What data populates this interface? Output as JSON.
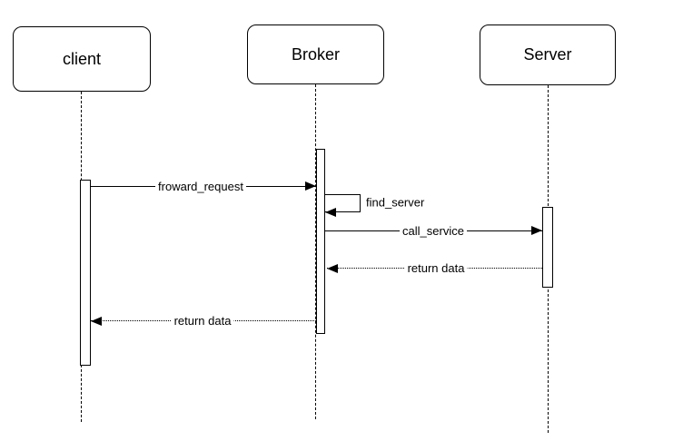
{
  "diagram": {
    "type": "uml-sequence",
    "colors": {
      "line": "#000000",
      "fill": "#ffffff",
      "background": "#ffffff"
    },
    "participants": [
      {
        "id": "client",
        "label": "client"
      },
      {
        "id": "broker",
        "label": "Broker"
      },
      {
        "id": "server",
        "label": "Server"
      }
    ],
    "messages": [
      {
        "label": "froward_request",
        "from": "client",
        "to": "broker",
        "line": "solid",
        "kind": "call"
      },
      {
        "label": "find_server",
        "from": "broker",
        "to": "broker",
        "line": "solid",
        "kind": "self-call"
      },
      {
        "label": "call_service",
        "from": "broker",
        "to": "server",
        "line": "solid",
        "kind": "call"
      },
      {
        "label": "return data",
        "from": "server",
        "to": "broker",
        "line": "dotted",
        "kind": "return"
      },
      {
        "label": "return data",
        "from": "broker",
        "to": "client",
        "line": "dotted",
        "kind": "return"
      }
    ],
    "activations": [
      {
        "participant": "client"
      },
      {
        "participant": "broker"
      },
      {
        "participant": "server"
      }
    ]
  }
}
